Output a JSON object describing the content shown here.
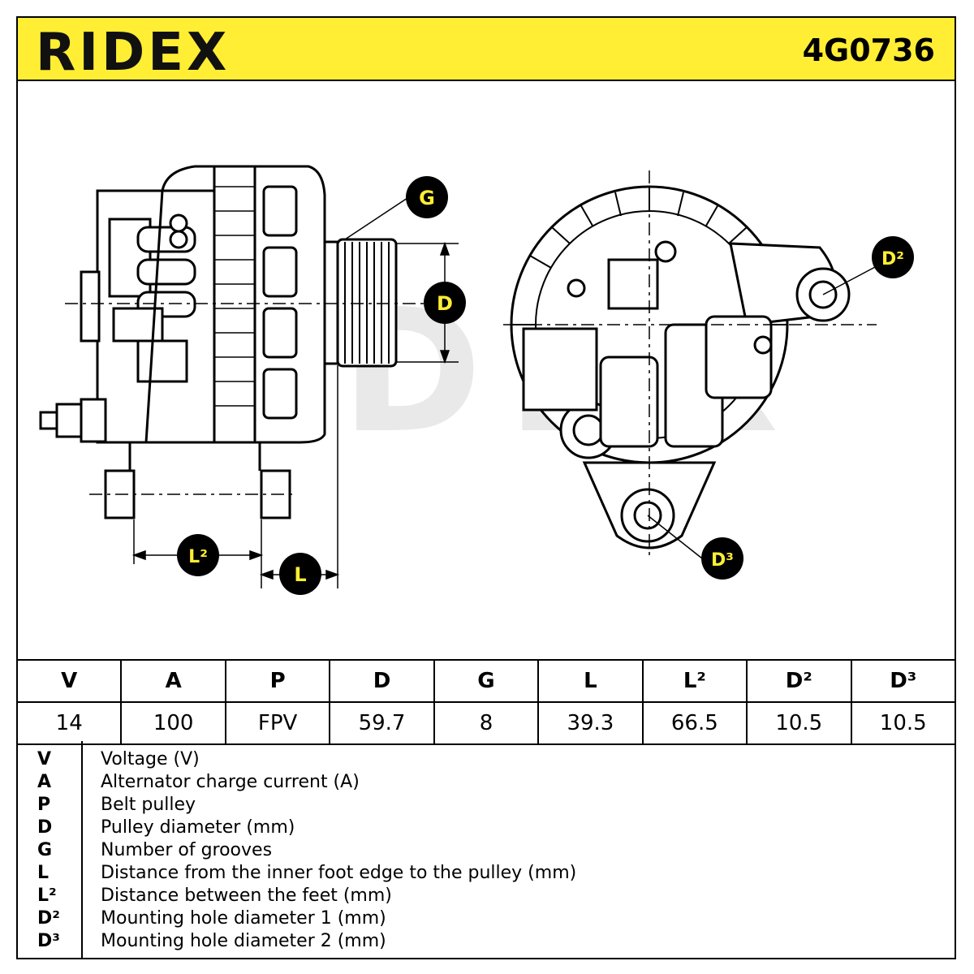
{
  "header": {
    "brand": "RIDEX",
    "part_number": "4G0736",
    "accent_color": "#ffee33"
  },
  "drawing": {
    "labels": {
      "G": "G",
      "D": "D",
      "D2": "D²",
      "D3": "D³",
      "L2": "L²",
      "L": "L"
    },
    "watermark": "RIDEX"
  },
  "spec_table": {
    "headers": [
      "V",
      "A",
      "P",
      "D",
      "G",
      "L",
      "L²",
      "D²",
      "D³"
    ],
    "values": [
      "14",
      "100",
      "FPV",
      "59.7",
      "8",
      "39.3",
      "66.5",
      "10.5",
      "10.5"
    ]
  },
  "legend": [
    {
      "code": "V",
      "text": "Voltage (V)"
    },
    {
      "code": "A",
      "text": "Alternator charge current (A)"
    },
    {
      "code": "P",
      "text": "Belt pulley"
    },
    {
      "code": "D",
      "text": "Pulley diameter (mm)"
    },
    {
      "code": "G",
      "text": "Number of grooves"
    },
    {
      "code": "L",
      "text": "Distance from the inner foot edge to the pulley (mm)"
    },
    {
      "code": "L²",
      "text": "Distance between the feet (mm)"
    },
    {
      "code": "D²",
      "text": "Mounting hole diameter 1 (mm)"
    },
    {
      "code": "D³",
      "text": "Mounting hole diameter 2 (mm)"
    }
  ]
}
